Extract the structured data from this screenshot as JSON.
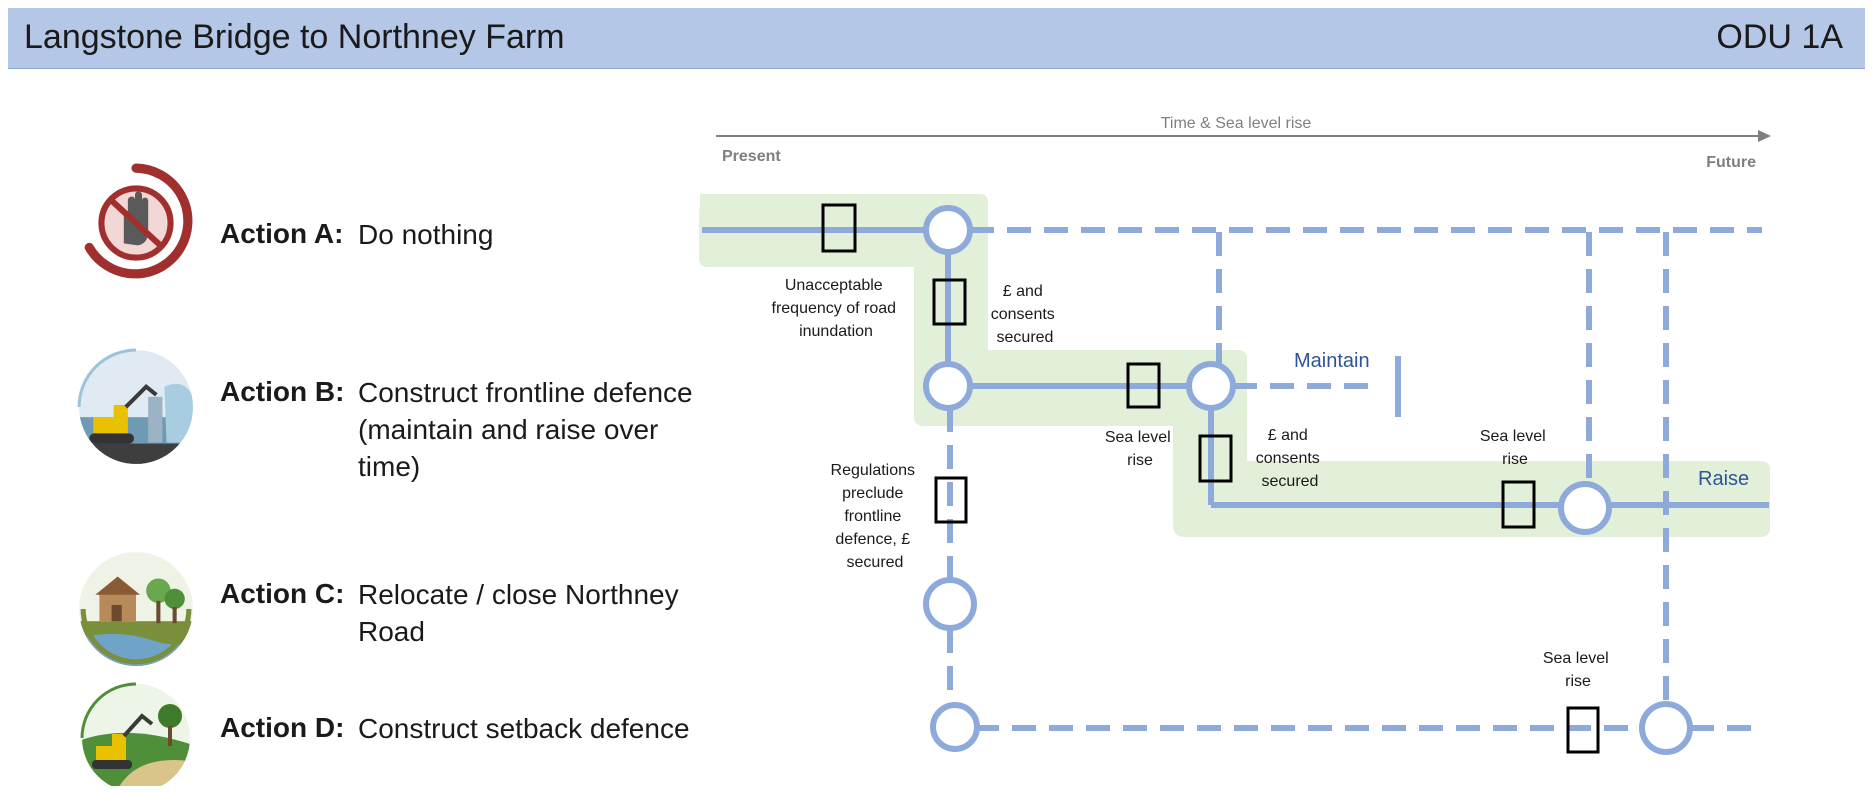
{
  "header": {
    "title": "Langstone Bridge to Northney Farm",
    "code": "ODU 1A"
  },
  "actions": [
    {
      "label": "Action A",
      "separator": ":",
      "description": "Do nothing",
      "icon": "no-hand-icon"
    },
    {
      "label": "Action B",
      "separator": ":",
      "description": "Construct frontline defence (maintain and raise over time)",
      "icon": "excavator-seawall-icon"
    },
    {
      "label": "Action C",
      "separator": ":",
      "description": "Relocate / close Northney Road",
      "icon": "house-relocation-icon"
    },
    {
      "label": "Action D",
      "separator": ":",
      "description": "Construct setback defence",
      "icon": "excavator-setback-icon"
    }
  ],
  "diagram": {
    "timeline": {
      "label": "Time & Sea level rise",
      "start": "Present",
      "end": "Future"
    },
    "labels": {
      "road_inundation": [
        "Unacceptable",
        "frequency of road",
        "inundation"
      ],
      "consents_1": [
        "£ and",
        "consents",
        "secured"
      ],
      "sea_level_1": [
        "Sea level",
        "rise"
      ],
      "maintain": "Maintain",
      "consents_2": [
        "£ and",
        "consents",
        "secured"
      ],
      "sea_level_2": [
        "Sea level",
        "rise"
      ],
      "raise": "Raise",
      "regulations": [
        "Regulations",
        "preclude",
        "frontline",
        "defence, £",
        "secured"
      ],
      "sea_level_3": [
        "Sea level",
        "rise"
      ]
    },
    "colors": {
      "line": "#8eaadb",
      "highlight": "#e2efd9",
      "gate": "#000000",
      "route_label": "#2f5597",
      "timeline": "#7f7f7f"
    }
  }
}
